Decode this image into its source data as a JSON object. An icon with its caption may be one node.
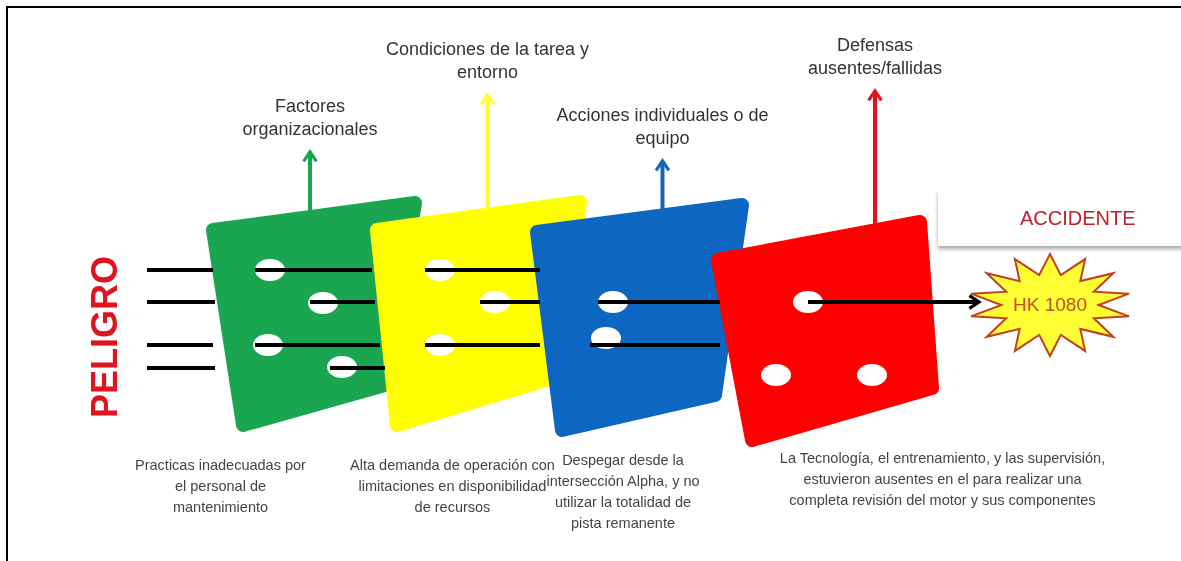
{
  "diagram": {
    "nodes": [
      {
        "text": [
          "PELIGRO"
        ]
      },
      {
        "text": [],
        "shape": "box",
        "beside": [
          "Practicas inadecuadas por el personal de mantenimiento"
        ]
      },
      {
        "text": [
          "Factores organizacionales"
        ]
      },
      {
        "text": [],
        "shape": "box",
        "beside": [
          "Alta demanda de operación con limitaciones en disponibilidad de recursos"
        ]
      },
      {
        "text": [
          "Condiciones de la tarea y entorno"
        ]
      },
      {
        "text": [],
        "shape": "box",
        "beside": [
          "Despegar desde la intersección Alpha, y no utilizar la totalidad de pista remanente"
        ]
      },
      {
        "text": [
          "Acciones individuales o de equipo"
        ]
      },
      {
        "text": [],
        "shape": "box",
        "beside": [
          "La Tecnología, el entrenamiento, y las supervisión, estuvieron ausentes en el para realizar una completa revisión del motor y sus componentes"
        ]
      },
      {
        "text": [
          "Defensas ausentes/fallidas"
        ]
      },
      {
        "text": [
          "ACCIDENTE"
        ]
      },
      {
        "text": [
          "HK 1080"
        ]
      }
    ],
    "edges": [
      {
        "from": 1,
        "to": 2,
        "arrow": "to",
        "color": "#1aa550"
      },
      {
        "from": 3,
        "to": 4,
        "arrow": "to",
        "color": "#ffff33"
      },
      {
        "from": 5,
        "to": 6,
        "arrow": "to",
        "color": "#1565b8"
      },
      {
        "from": 7,
        "to": 8,
        "arrow": "to",
        "color": "#e0141e"
      },
      {
        "from": 7,
        "to": 10,
        "arrow": "to",
        "color": "#000000"
      }
    ]
  }
}
